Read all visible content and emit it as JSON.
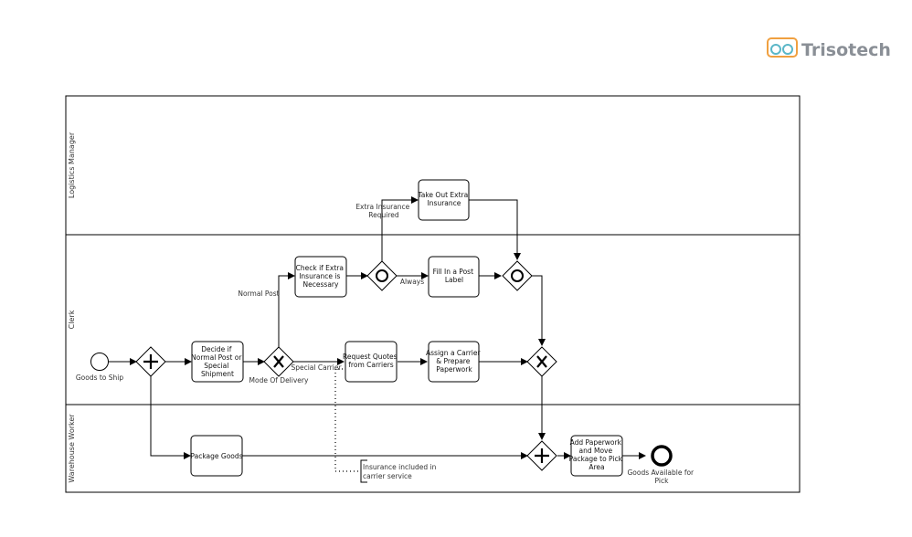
{
  "logo": {
    "text": "Trisotech"
  },
  "lanes": [
    {
      "id": "logistics",
      "label": "Logistics Manager"
    },
    {
      "id": "clerk",
      "label": "Clerk"
    },
    {
      "id": "warehouse",
      "label": "Warehouse Worker"
    }
  ],
  "tasks": {
    "decide": [
      "Decide if",
      "Normal Post or",
      "Special",
      "Shipment"
    ],
    "check": [
      "Check if Extra",
      "Insurance is",
      "Necessary"
    ],
    "extra": [
      "Take Out Extra",
      "Insurance"
    ],
    "fill": [
      "Fill In a Post",
      "Label"
    ],
    "quotes": [
      "Request Quotes",
      "from Carriers"
    ],
    "assign": [
      "Assign a Carrier",
      "& Prepare",
      "Paperwork"
    ],
    "package": [
      "Package Goods"
    ],
    "paperwork": [
      "Add Paperwork",
      "and Move",
      "Package to Pick",
      "Area"
    ]
  },
  "events": {
    "start": [
      "Goods to Ship"
    ],
    "end": [
      "Goods Available for",
      "Pick"
    ]
  },
  "gateways": {
    "mode": [
      "Mode Of Delivery"
    ]
  },
  "flow_labels": {
    "normal_post": [
      "Normal Post"
    ],
    "special_carrier": [
      "Special Carrier"
    ],
    "extra_required": [
      "Extra Insurance",
      "Required"
    ],
    "always": [
      "Always"
    ]
  },
  "annotation": [
    "Insurance included in",
    "carrier service"
  ],
  "colors": {
    "line": "#000000",
    "logo_icon_orange": "#f0a040",
    "logo_icon_teal": "#5bb7c8"
  }
}
